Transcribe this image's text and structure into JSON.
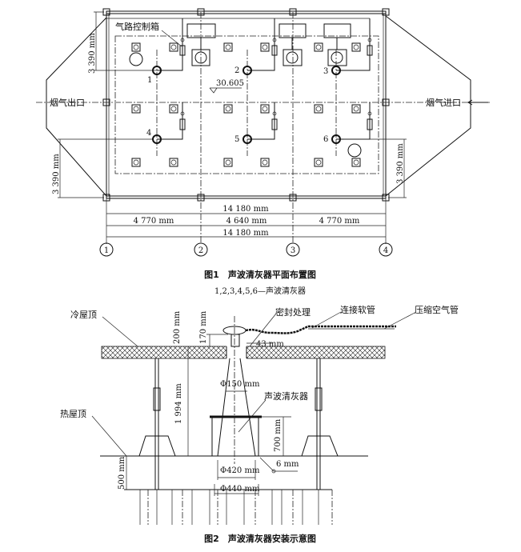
{
  "figure1": {
    "caption": "图1　声波清灰器平面布置图",
    "legend": "1,2,3,4,5,6—声波清灰器",
    "control_box_label": "气路控制箱",
    "elevation": "30.605",
    "gas_outlet": "烟气出口",
    "gas_inlet": "烟气进口",
    "cleaner_numbers": [
      "1",
      "2",
      "3",
      "4",
      "5",
      "6"
    ],
    "dim_side": "3 390 mm",
    "dim_total": "14 180 mm",
    "dim_spans": [
      "4 770 mm",
      "4 640 mm",
      "4 770 mm"
    ],
    "axis_labels": [
      "1",
      "2",
      "3",
      "4"
    ]
  },
  "figure2": {
    "caption": "图2　声波清灰器安装示意图",
    "cold_roof": "冷屋顶",
    "hot_roof": "热屋顶",
    "seal": "密封处理",
    "hose": "连接软管",
    "air_pipe": "压缩空气管",
    "cleaner": "声波清灰器",
    "dim_200": "200 mm",
    "dim_170": "170 mm",
    "dim_43": "43 mm",
    "dim_phi150": "Φ150 mm",
    "dim_1994": "1 994 mm",
    "dim_700": "700 mm",
    "dim_500": "500 mm",
    "dim_6": "6 mm",
    "dim_phi420": "Φ420 mm",
    "dim_phi440": "Φ440 mm"
  }
}
